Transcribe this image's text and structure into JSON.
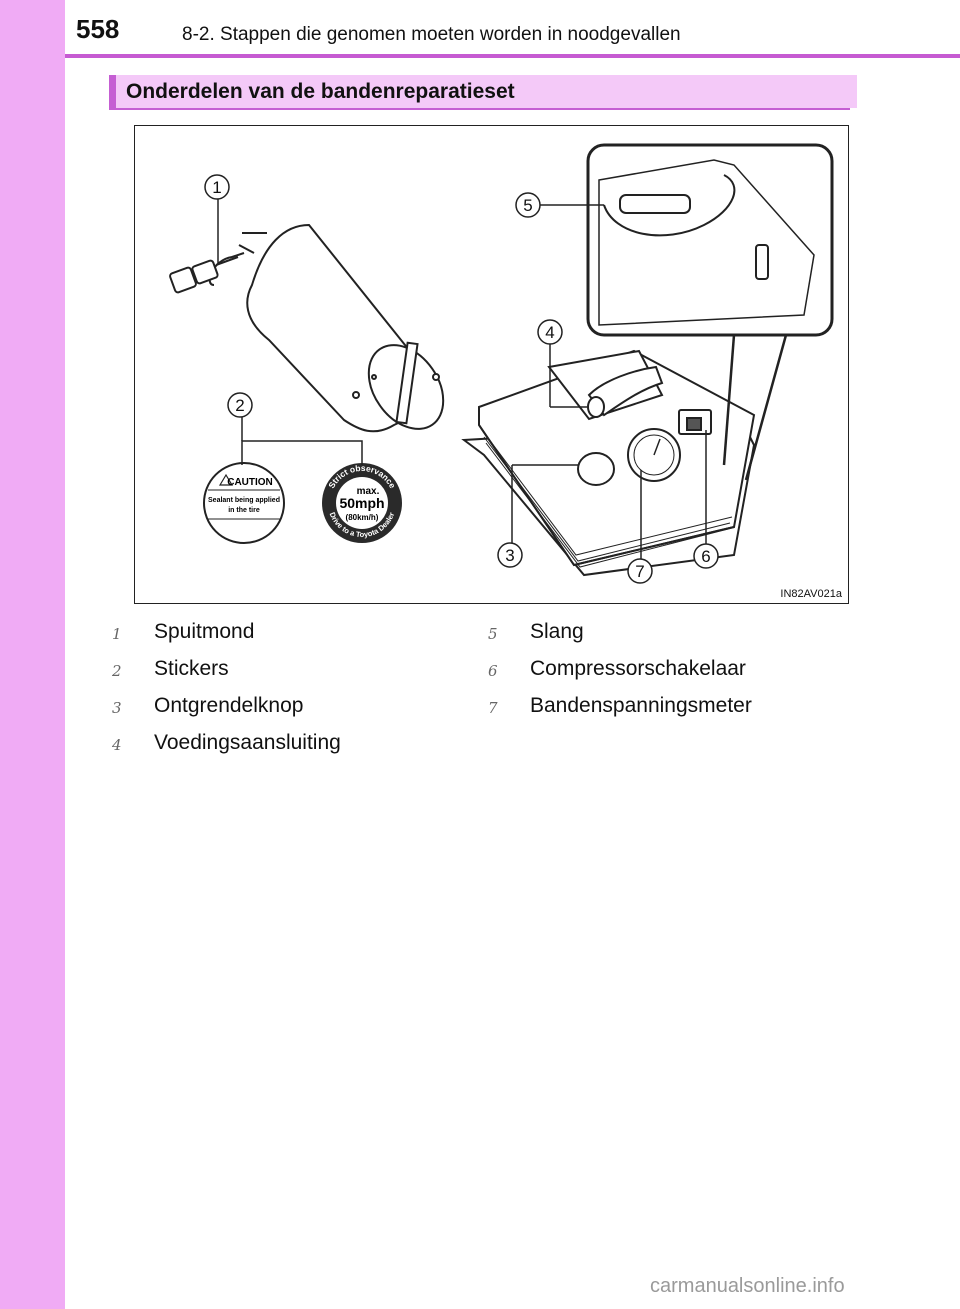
{
  "header": {
    "page_number": "558",
    "chapter_title": "8-2. Stappen die genomen moeten worden in noodgevallen"
  },
  "section": {
    "title": "Onderdelen van de bandenreparatieset"
  },
  "figure": {
    "callouts": [
      "1",
      "2",
      "3",
      "4",
      "5",
      "6",
      "7"
    ],
    "caution_sticker": {
      "heading": "CAUTION",
      "line1": "Sealant being applied",
      "line2": "in the tire"
    },
    "speed_sticker": {
      "top_arc": "Strict observance",
      "max": "max.",
      "speed": "50mph",
      "speed_km": "(80km/h)",
      "bottom_arc": "Drive to a Toyota Dealer"
    },
    "code": "IN82AV021a"
  },
  "legend": [
    {
      "num": "1",
      "label": "Spuitmond"
    },
    {
      "num": "2",
      "label": "Stickers"
    },
    {
      "num": "3",
      "label": "Ontgrendelknop"
    },
    {
      "num": "4",
      "label": "Voedingsaansluiting"
    },
    {
      "num": "5",
      "label": "Slang"
    },
    {
      "num": "6",
      "label": "Compressorschakelaar"
    },
    {
      "num": "7",
      "label": "Bandenspanningsmeter"
    }
  ],
  "watermark": "carmanualsonline.info",
  "colors": {
    "sidebar": "#f0abf5",
    "accent": "#c55ed3",
    "section_bar": "#f4c9f8"
  }
}
